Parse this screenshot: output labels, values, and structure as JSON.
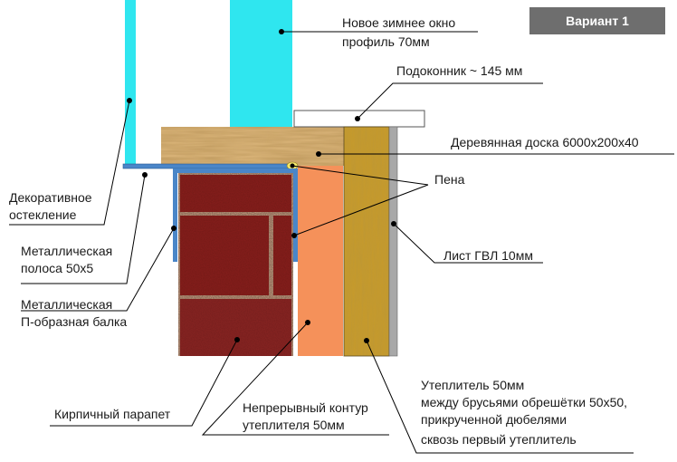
{
  "badge": "Вариант 1",
  "labels": {
    "window": [
      "Новое зимнее окно",
      "профиль 70мм"
    ],
    "sill": "Подоконник ~ 145 мм",
    "board": "Деревянная доска 6000х200х40",
    "foam": "Пена",
    "gvl": "Лист ГВЛ 10мм",
    "glazing": [
      "Декоративное",
      "остекление"
    ],
    "strip": [
      "Металлическая",
      "полоса 50х5"
    ],
    "beam": [
      "Металлическая",
      "П-образная балка"
    ],
    "parapet": "Кирпичный парапет",
    "contour": [
      "Непрерывный контур",
      "утеплителя 50мм"
    ],
    "insulation": [
      "Утеплитель 50мм",
      "между брусьями обрешётки 50х50,",
      "прикрученной дюбелями",
      "сквозь первый утеплитель"
    ]
  },
  "colors": {
    "glass": "#2fe6ef",
    "board": "#ddb77c",
    "brick": "#8a1f1c",
    "mortar": "#d2a487",
    "insulation_orange": "#f5915a",
    "wood_beam": "#c79a2a",
    "gvl_sheet": "#a8a8a8",
    "metal": "#4a86c8",
    "badge_bg": "#6e6e6e"
  }
}
